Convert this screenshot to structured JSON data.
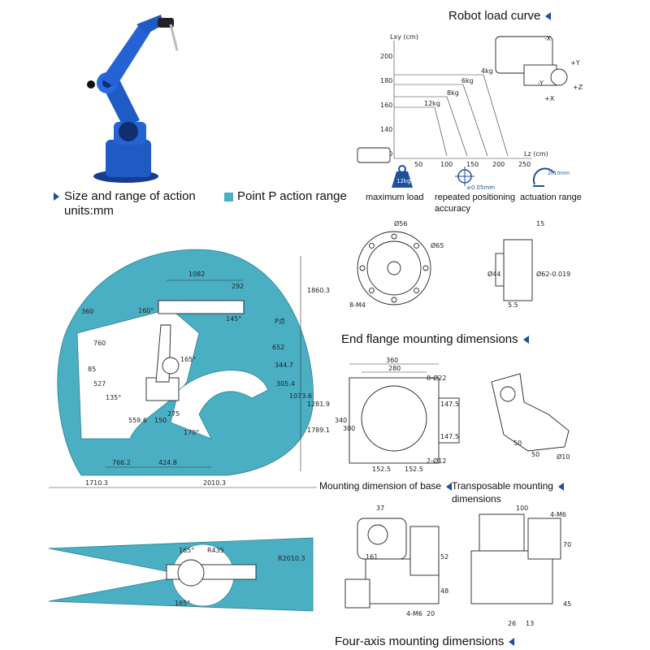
{
  "colors": {
    "range_fill": "#4aafc3",
    "robot_blue": "#1f5bc4",
    "accent_triangle": "#1e4f9c"
  },
  "headings": {
    "load_curve": "Robot load curve",
    "size_range": "Size and range of action",
    "units": "units:mm",
    "point_p": "Point P action range",
    "end_flange": "End flange mounting dimensions",
    "base_mount": "Mounting dimension of base",
    "transposable": "Transposable mounting",
    "transposable2": "dimensions",
    "four_axis": "Four-axis mounting dimensions"
  },
  "specs": [
    {
      "icon": "weight-icon",
      "value": "12kg",
      "label": "maximum load"
    },
    {
      "icon": "target-icon",
      "value": "±0.05mm",
      "label_line1": "repeated positioning",
      "label_line2": "accuracy"
    },
    {
      "icon": "arc-icon",
      "value": "2010mm",
      "label": "actuation range"
    }
  ],
  "load_chart": {
    "ylabel": "Lxy (cm)",
    "xlabel": "Lz (cm)",
    "yticks": [
      "200",
      "180",
      "160",
      "140",
      "120"
    ],
    "xticks": [
      "50",
      "100",
      "150",
      "200",
      "250"
    ],
    "curves": [
      "12kg",
      "8kg",
      "6kg",
      "4kg"
    ],
    "axis_marks": [
      "-X",
      "+Y",
      "-Y",
      "+Z",
      "+X"
    ]
  },
  "range_dims": {
    "top": [
      "1082",
      "292",
      "145°",
      "P点"
    ],
    "left": [
      "760",
      "527",
      "135°",
      "85",
      "160°",
      "360"
    ],
    "middle": [
      "165°",
      "652",
      "344.7",
      "305.4",
      "275",
      "170°",
      "559.6",
      "150"
    ],
    "right": [
      "1860.3",
      "1073.6",
      "1281.9",
      "1789.1"
    ],
    "bottom": [
      "766.2",
      "424.8",
      "1710.3",
      "2010.3"
    ]
  },
  "flange_dims": {
    "d1": "Ø56",
    "d2": "Ø65",
    "holes": "8-M4",
    "d3": "Ø44",
    "d4": "Ø62-0.019",
    "t1": "15",
    "t2": "5.5"
  },
  "base_dims": {
    "w1": "360",
    "w2": "280",
    "h1": "340",
    "h2": "300",
    "holes1": "8-Ø22",
    "holes2": "2-Ø12",
    "b1": "152.5",
    "b2": "152.5",
    "r1": "147.5",
    "r2": "147.5"
  },
  "trans_dims": {
    "a": "50",
    "b": "50",
    "c": "Ø10"
  },
  "top_view_dims": {
    "a": "165°",
    "r1": "R435",
    "r2": "R2010.3",
    "b": "165°"
  },
  "axis4_dims": {
    "a": "37",
    "b": "161",
    "c": "52",
    "d": "48",
    "e": "4-M6",
    "f": "20",
    "g": "100",
    "h": "4-M6",
    "i": "70",
    "j": "45",
    "k": "26",
    "l": "13"
  }
}
